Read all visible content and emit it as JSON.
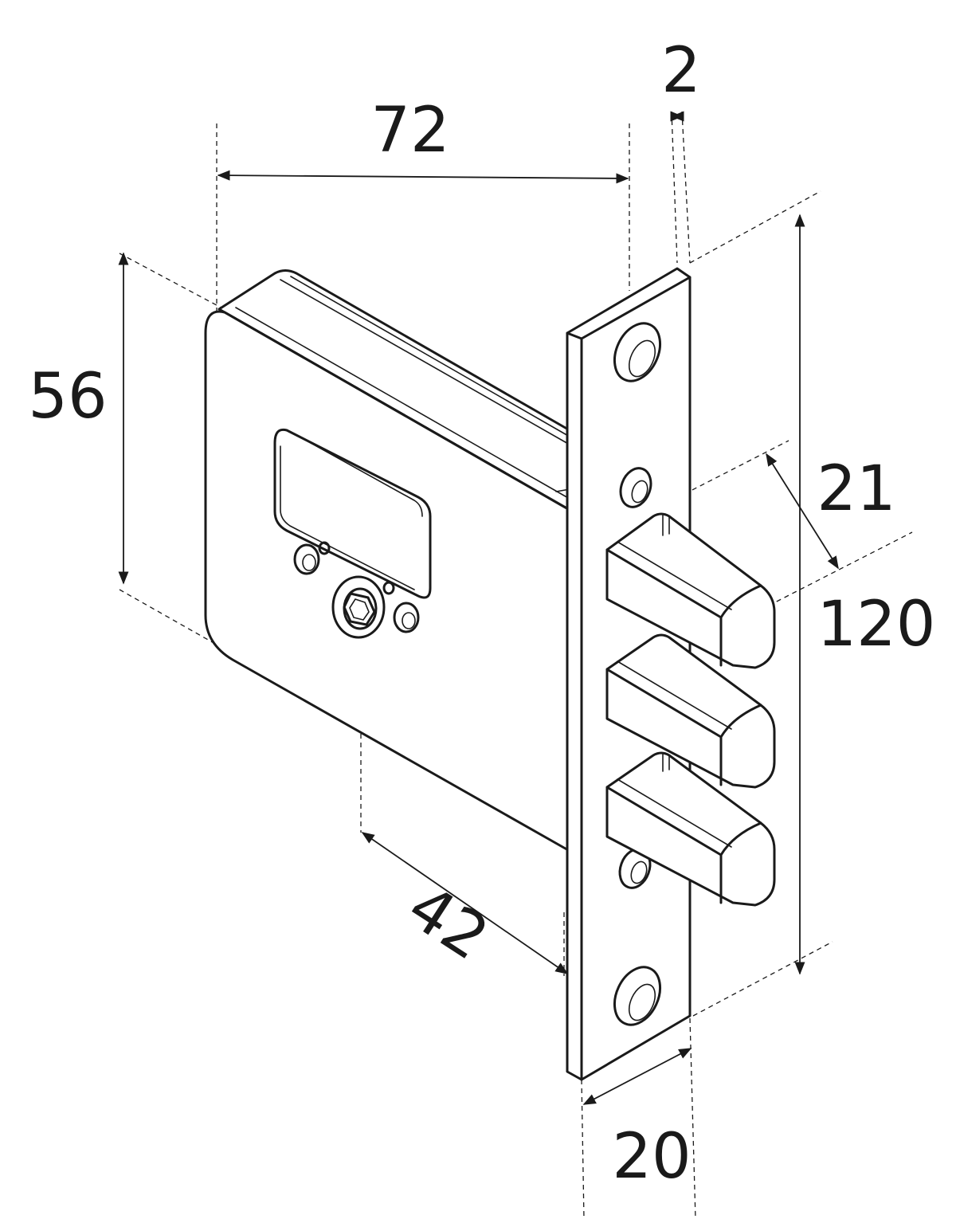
{
  "dimensions": {
    "width": "72",
    "faceplate_thickness": "2",
    "case_height": "56",
    "bolt_spacing": "21",
    "faceplate_length": "120",
    "backset": "42",
    "faceplate_width": "20"
  }
}
